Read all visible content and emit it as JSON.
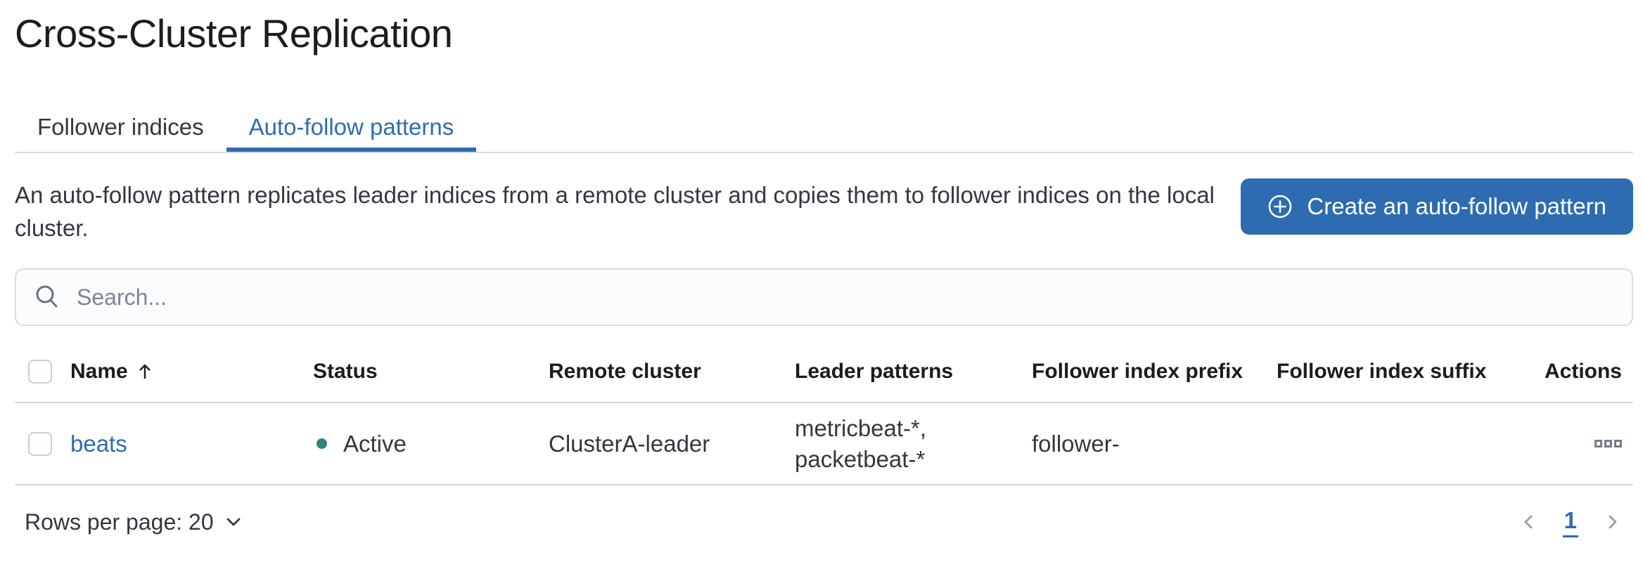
{
  "page": {
    "title": "Cross-Cluster Replication"
  },
  "tabs": [
    {
      "label": "Follower indices",
      "active": false
    },
    {
      "label": "Auto-follow patterns",
      "active": true
    }
  ],
  "description": "An auto-follow pattern replicates leader indices from a remote cluster and copies them to follower indices on the local cluster.",
  "create_button": {
    "label": "Create an auto-follow pattern",
    "icon": "plus-in-circle-icon"
  },
  "search": {
    "placeholder": "Search...",
    "value": "",
    "icon": "search-icon"
  },
  "table": {
    "columns": [
      "Name",
      "Status",
      "Remote cluster",
      "Leader patterns",
      "Follower index prefix",
      "Follower index suffix",
      "Actions"
    ],
    "sort": {
      "column": "Name",
      "direction": "ascending",
      "icon": "sort-ascending-arrow-icon"
    },
    "rows": [
      {
        "name": "beats",
        "status": "Active",
        "remote_cluster": "ClusterA-leader",
        "leader_patterns": "metricbeat-*, packetbeat-*",
        "follower_index_prefix": "follower-",
        "follower_index_suffix": "",
        "actions_icon": "boxes-horizontal-icon"
      }
    ]
  },
  "footer": {
    "rows_per_page_label": "Rows per page: 20",
    "pagination": {
      "previous_icon": "chevron-left-icon",
      "current_page": "1",
      "next_icon": "chevron-right-icon"
    }
  },
  "colors": {
    "primary": "#2e6cb2",
    "status_active": "#2e8478",
    "divider": "#d3dae6",
    "text": "#343741",
    "heading": "#1a1c21"
  }
}
